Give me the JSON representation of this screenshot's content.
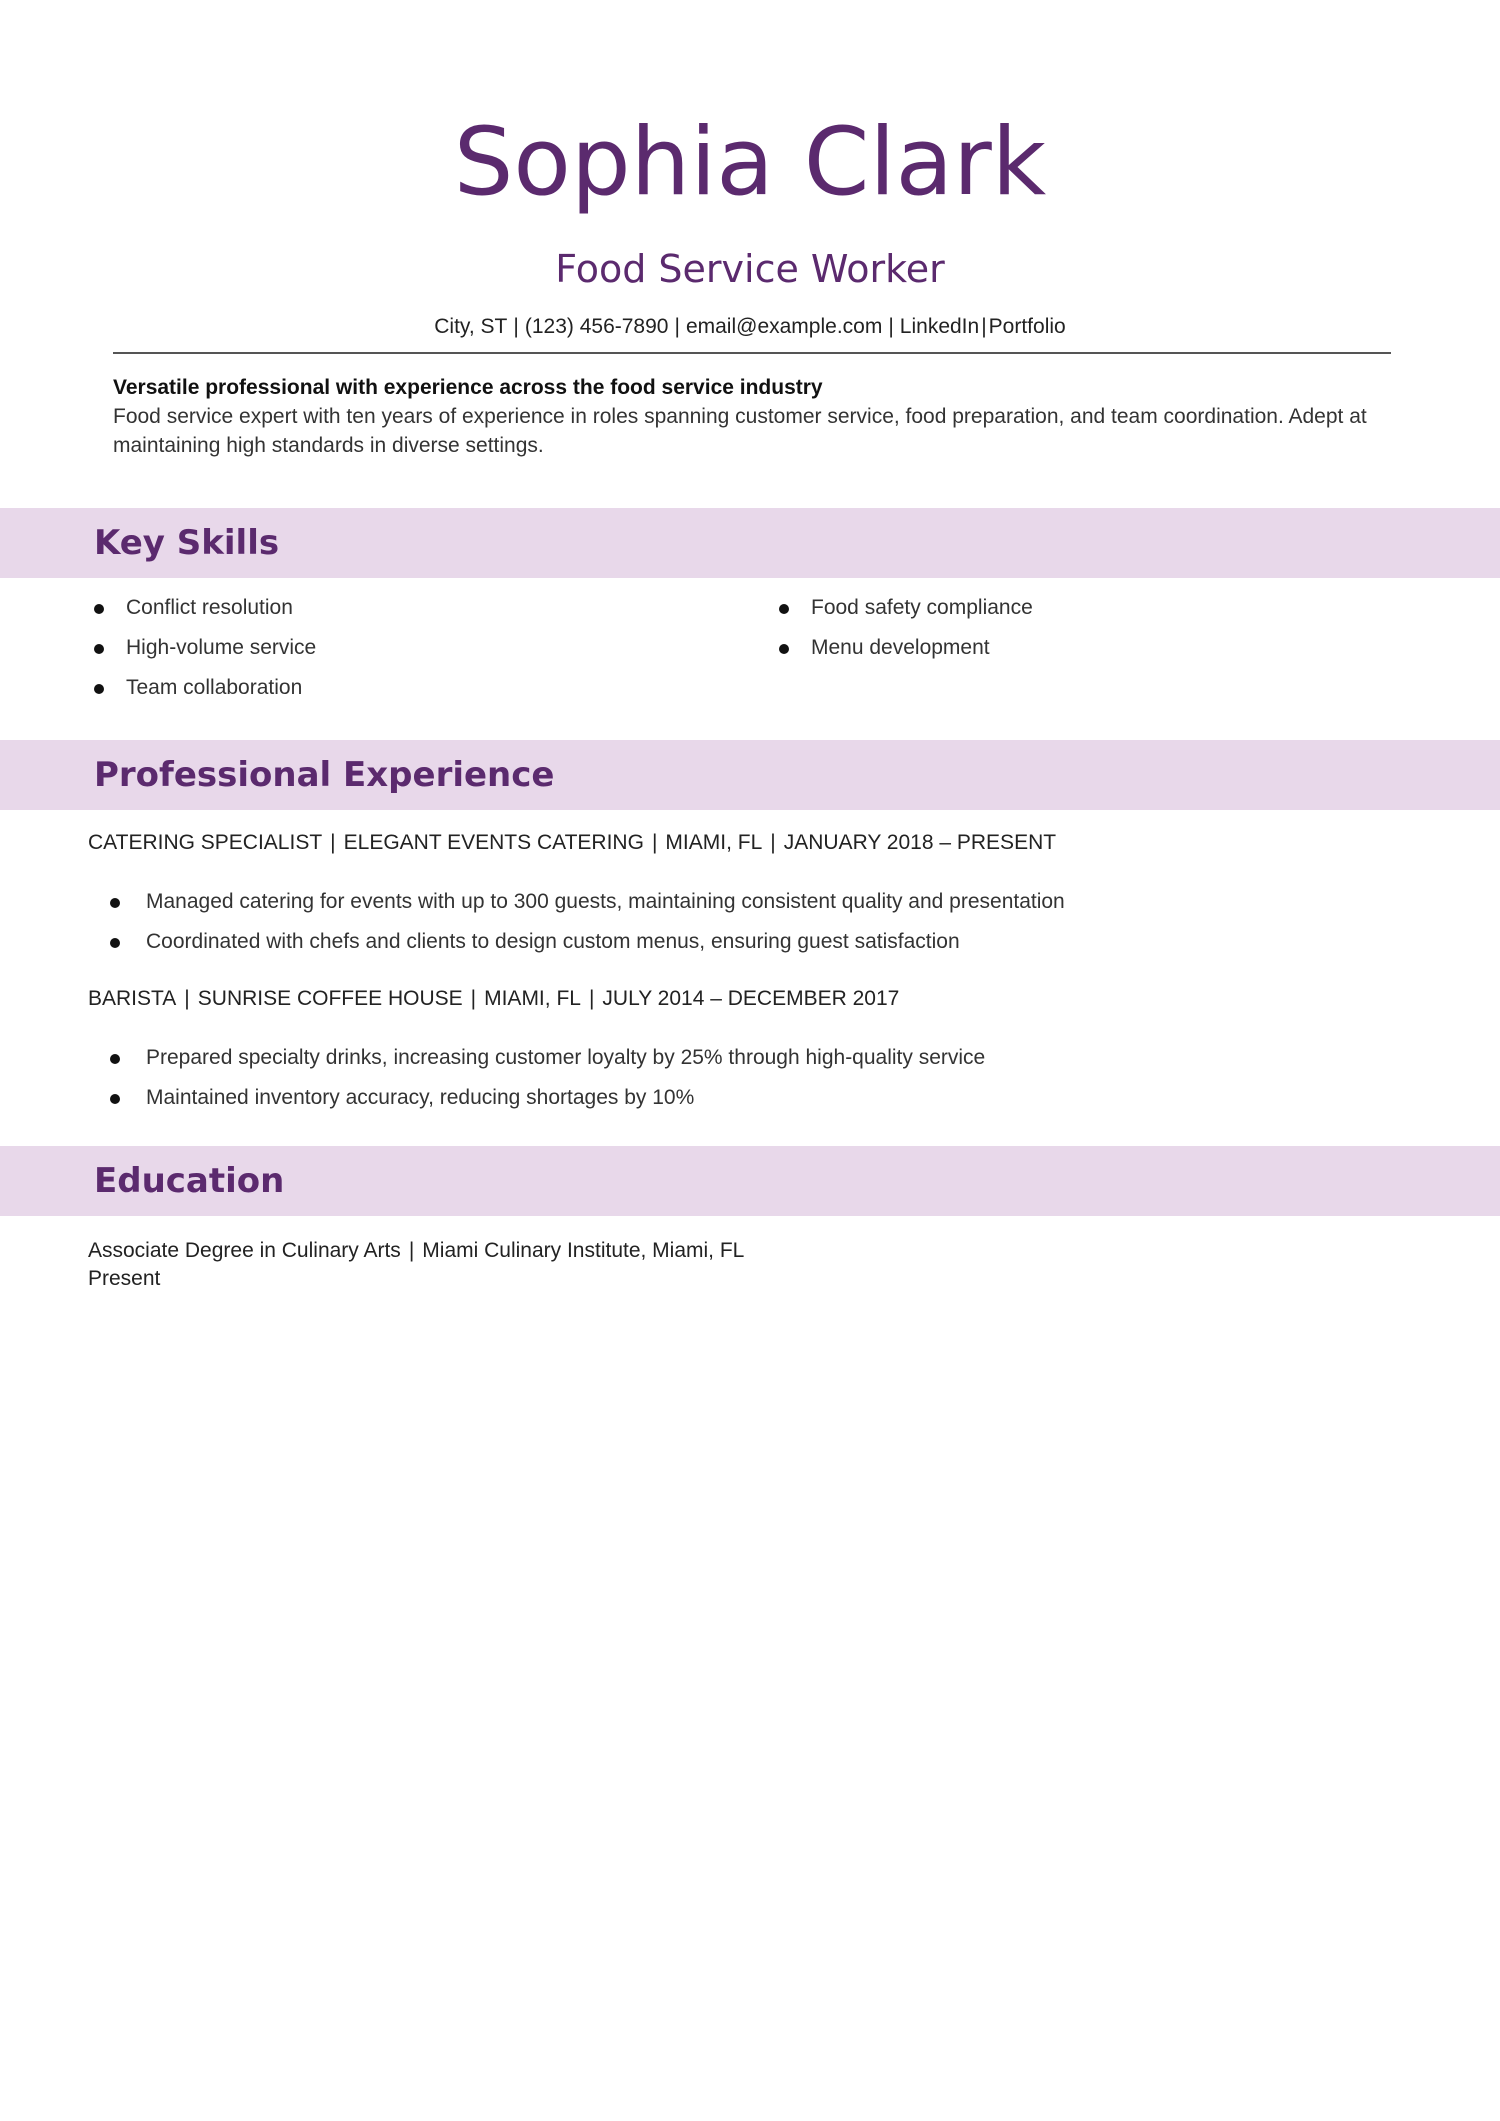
{
  "header": {
    "name": "Sophia Clark",
    "title": "Food Service Worker",
    "contact": {
      "location": "City, ST",
      "phone": "(123) 456-7890",
      "email": "email@example.com",
      "linkedin": "LinkedIn",
      "portfolio": "Portfolio",
      "separator": "|"
    }
  },
  "summary": {
    "headline": "Versatile professional with experience across the food service industry",
    "body": "Food service expert with ten years of experience in roles spanning customer service, food preparation, and team coordination. Adept at maintaining high standards in diverse settings."
  },
  "sections": {
    "skills": "Key Skills",
    "experience": "Professional Experience",
    "education": "Education"
  },
  "skills": {
    "left": [
      "Conflict resolution",
      "High-volume service",
      "Team collaboration"
    ],
    "right": [
      "Food safety compliance",
      "Menu development"
    ]
  },
  "experience": [
    {
      "role": "CATERING SPECIALIST",
      "company": "ELEGANT EVENTS CATERING",
      "location": "MIAMI, FL",
      "dates": "JANUARY 2018 – PRESENT",
      "bullets": [
        "Managed catering for events with up to 300 guests, maintaining consistent quality and presentation",
        "Coordinated with chefs and clients to design custom menus, ensuring guest satisfaction"
      ]
    },
    {
      "role": "BARISTA",
      "company": "SUNRISE COFFEE HOUSE",
      "location": "MIAMI, FL",
      "dates": "JULY 2014 – DECEMBER 2017",
      "bullets": [
        "Prepared specialty drinks, increasing customer loyalty by 25% through high-quality service",
        "Maintained inventory accuracy, reducing shortages by 10%"
      ]
    }
  ],
  "education": {
    "degree": "Associate Degree in Culinary Arts",
    "school": "Miami Culinary Institute, Miami, FL",
    "status": "Present"
  },
  "colors": {
    "accent": "#5b2a6e",
    "band": "#e8d8ea"
  }
}
